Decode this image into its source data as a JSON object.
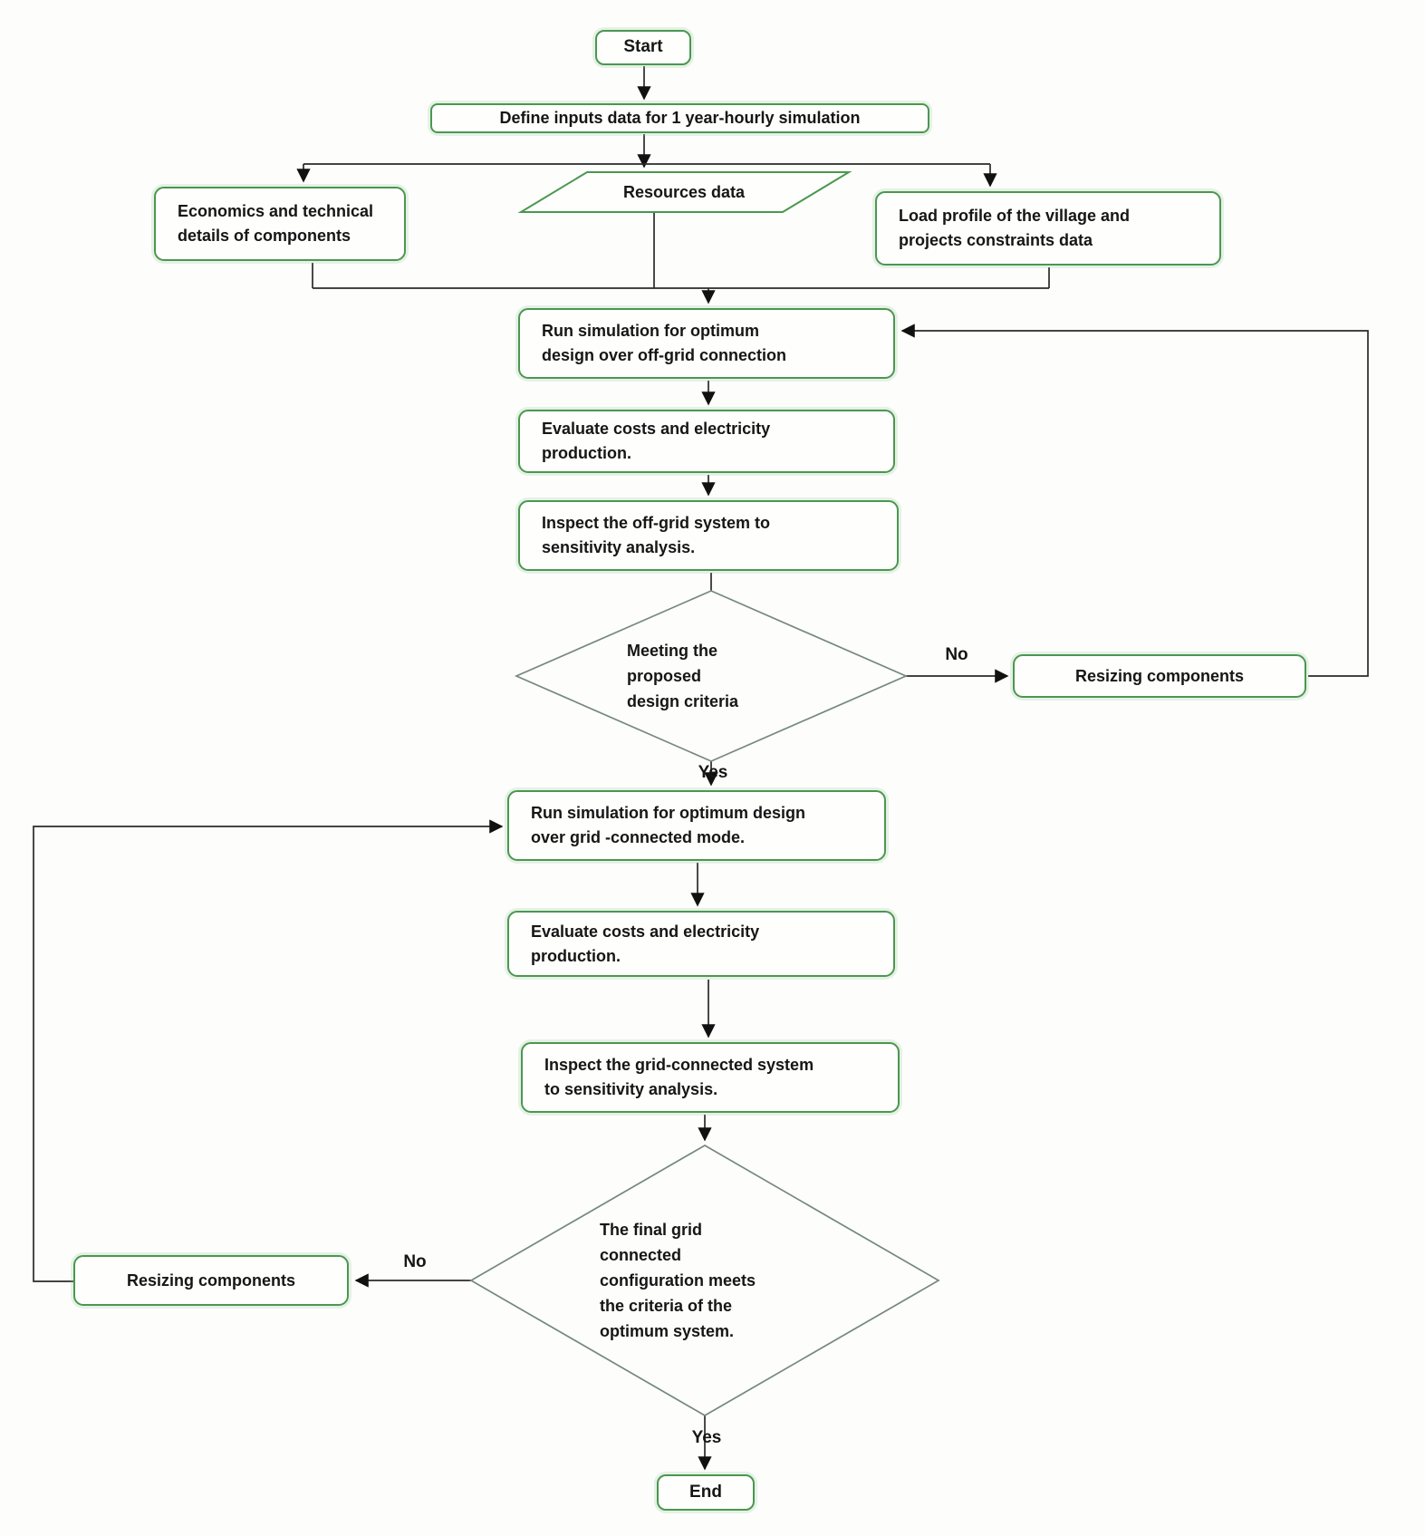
{
  "diagram": {
    "type": "flowchart",
    "colors": {
      "box_border": "#4b9750",
      "diamond_border": "#75897b",
      "line": "#2a2a2a",
      "text": "#161616",
      "background": "#fdfdfb"
    },
    "nodes": {
      "start": "Start",
      "define_inputs": "Define inputs data for 1 year-hourly simulation",
      "economics": "Economics and technical\ndetails of components",
      "resources": "Resources data",
      "load_profile": "Load profile of the village and\nprojects constraints data",
      "run_offgrid": "Run simulation for optimum\ndesign over off-grid connection",
      "evaluate_offgrid": "Evaluate costs and electricity\nproduction.",
      "inspect_offgrid": "Inspect the off-grid system to\nsensitivity analysis.",
      "decision_offgrid": "Meeting the\nproposed\ndesign criteria",
      "resizing_offgrid": "Resizing components",
      "run_grid": "Run simulation for optimum design\nover grid -connected mode.",
      "evaluate_grid": "Evaluate costs and electricity\nproduction.",
      "inspect_grid": "Inspect the grid-connected system\nto sensitivity analysis.",
      "decision_grid": "The final grid\nconnected\nconfiguration meets\nthe criteria of the\noptimum system.",
      "resizing_grid": "Resizing components",
      "end": "End"
    },
    "edge_labels": {
      "offgrid_no": "No",
      "offgrid_yes": "Yes",
      "grid_no": "No",
      "grid_yes": "Yes"
    }
  }
}
